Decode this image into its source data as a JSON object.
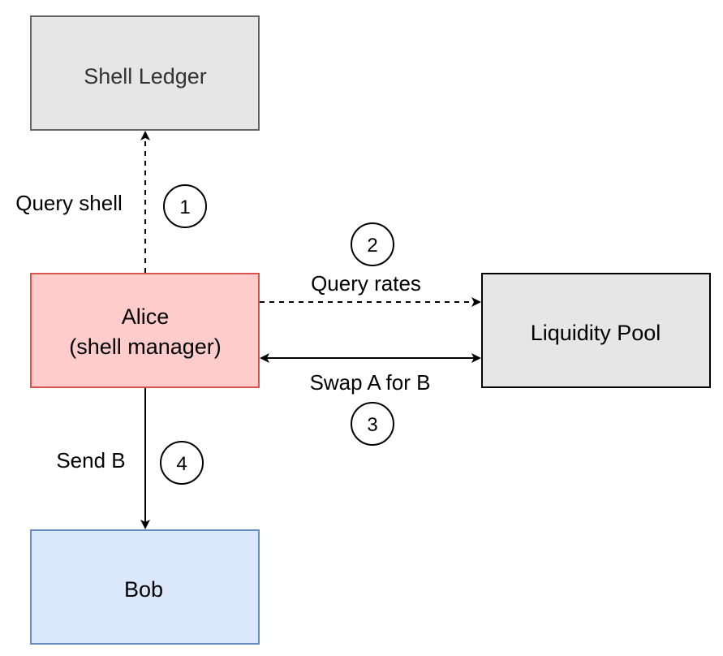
{
  "nodes": {
    "shell_ledger": {
      "label": "Shell Ledger",
      "fill": "#e6e6e6",
      "stroke": "#666666"
    },
    "alice": {
      "label_line1": "Alice",
      "label_line2": "(shell manager)",
      "fill": "#ffcccc",
      "stroke": "#d9534f"
    },
    "liquidity_pool": {
      "label": "Liquidity Pool",
      "fill": "#e6e6e6",
      "stroke": "#000000"
    },
    "bob": {
      "label": "Bob",
      "fill": "#dae8fc",
      "stroke": "#6c8ebf"
    }
  },
  "edges": {
    "query_shell": {
      "label": "Query shell",
      "step": "1",
      "style": "dashed"
    },
    "query_rates": {
      "label": "Query rates",
      "step": "2",
      "style": "dashed"
    },
    "swap": {
      "label": "Swap A for B",
      "step": "3",
      "style": "solid-bidirectional"
    },
    "send_b": {
      "label": "Send B",
      "step": "4",
      "style": "solid"
    }
  }
}
